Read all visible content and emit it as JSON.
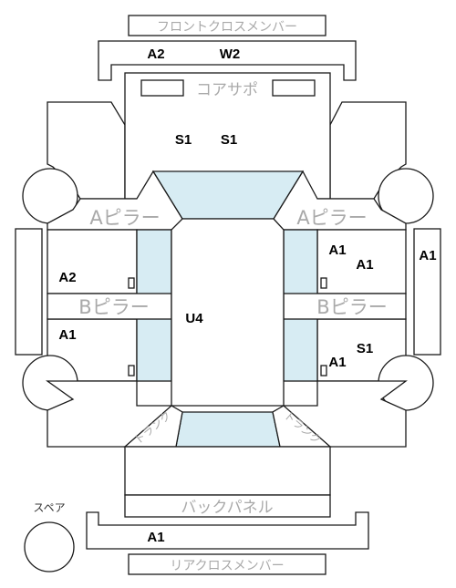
{
  "labels": {
    "front_cross_member": "フロントクロスメンバー",
    "core_support": "コアサポ",
    "a_pillar": "Aピラー",
    "b_pillar": "Bピラー",
    "trunk": "トランク",
    "back_panel": "バックパネル",
    "rear_cross_member": "リアクロスメンバー",
    "spare": "スペア"
  },
  "grades": {
    "front_cross_member_left": "A2",
    "front_cross_member_right": "W2",
    "core_support_left": "S1",
    "core_support_right": "S1",
    "front_door_right_upper": "A1",
    "front_door_right_inner": "A1",
    "right_side_strip": "A1",
    "front_door_left": "A2",
    "rear_door_left": "A1",
    "roof": "U4",
    "rear_door_right_upper": "S1",
    "rear_door_right_lower": "A1",
    "rear_cross_member": "A1"
  },
  "colors": {
    "outline": "#1a1a1a",
    "glass": "#d7ecf3",
    "label_gray": "#a9a9a9"
  }
}
